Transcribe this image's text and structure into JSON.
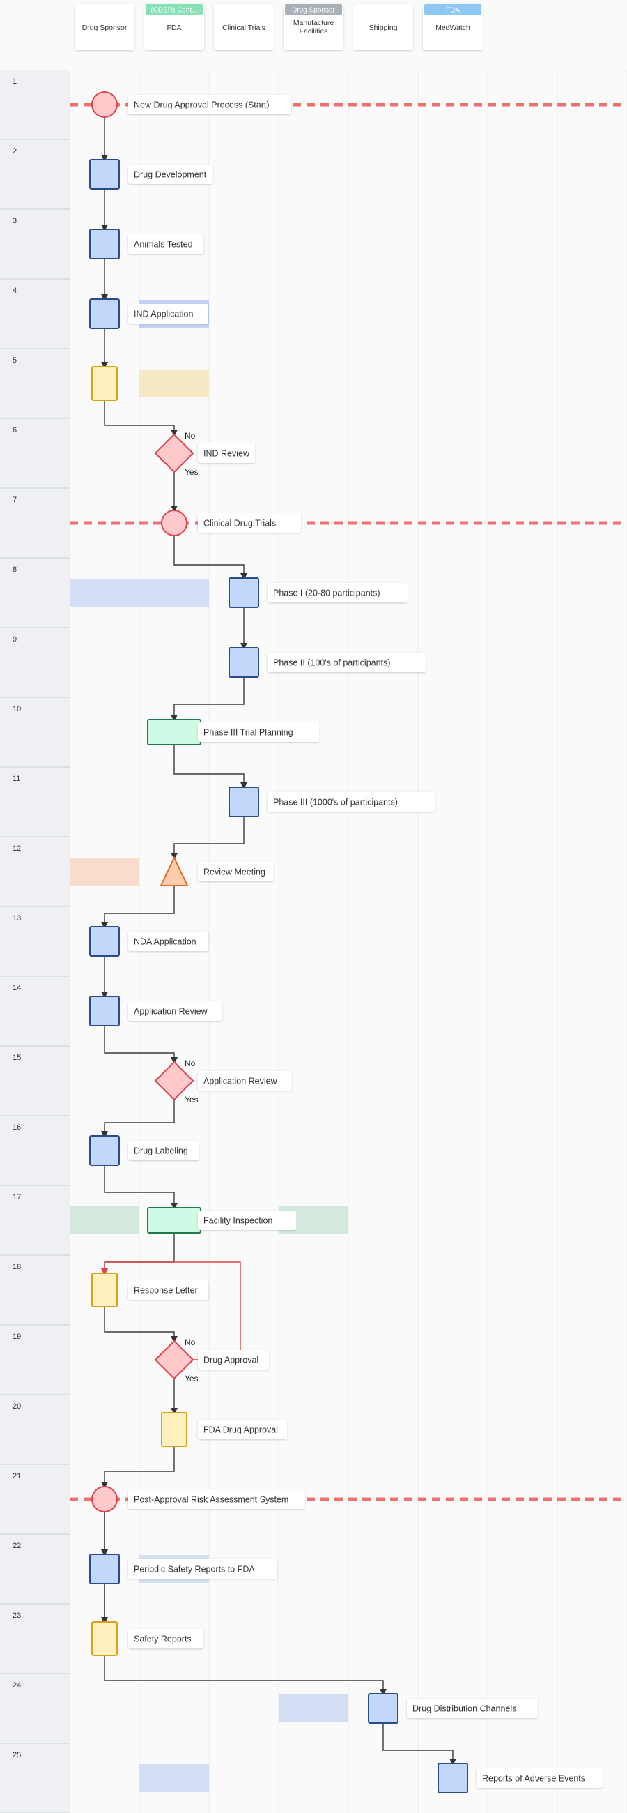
{
  "swimlanes": [
    {
      "name": "Drug Sponsor",
      "tag": "",
      "tag_color": ""
    },
    {
      "name": "FDA",
      "tag": "(CDER) Cent...",
      "tag_color": "#86e1b4"
    },
    {
      "name": "Clinical Trials",
      "tag": "",
      "tag_color": ""
    },
    {
      "name": "Manufacture Facilities",
      "tag": "Drug Sponsor",
      "tag_color": "#a9b0b8"
    },
    {
      "name": "Shipping",
      "tag": "",
      "tag_color": ""
    },
    {
      "name": "MedWatch",
      "tag": "FDA",
      "tag_color": "#8cc8f2"
    }
  ],
  "rows": [
    "1",
    "2",
    "3",
    "4",
    "5",
    "6",
    "7",
    "8",
    "9",
    "10",
    "11",
    "12",
    "13",
    "14",
    "15",
    "16",
    "17",
    "18",
    "19",
    "20",
    "21",
    "22",
    "23",
    "24",
    "25"
  ],
  "colors": {
    "start": {
      "fill": "#ffc9cc",
      "stroke": "#e0434c"
    },
    "process": {
      "fill": "#c3d7fb",
      "stroke": "#2b4b8c"
    },
    "document": {
      "fill": "#fff1bf",
      "stroke": "#d9a21a"
    },
    "decision": {
      "fill": "#ffc9cc",
      "stroke": "#e0434c"
    },
    "planning": {
      "fill": "#cffbe6",
      "stroke": "#1f7a4c"
    },
    "review": {
      "fill": "#ffccad",
      "stroke": "#e06a25"
    },
    "phase_line": "#f07070",
    "return_arrow": "#e0434c"
  },
  "nodes": [
    {
      "id": "n1",
      "shape": "start",
      "lane": 0,
      "row": 0,
      "label": "New Drug Approval Process (Start)"
    },
    {
      "id": "n2",
      "shape": "process",
      "lane": 0,
      "row": 1,
      "label": "Drug Development"
    },
    {
      "id": "n3",
      "shape": "process",
      "lane": 0,
      "row": 2,
      "label": "Animals Tested"
    },
    {
      "id": "n4",
      "shape": "process",
      "lane": 0,
      "row": 3,
      "label": "IND Application"
    },
    {
      "id": "n5",
      "shape": "document",
      "lane": 0,
      "row": 4,
      "label": ""
    },
    {
      "id": "n6",
      "shape": "decision",
      "lane": 1,
      "row": 5,
      "label": "IND Review",
      "yes": "Yes",
      "no": "No"
    },
    {
      "id": "n7",
      "shape": "start",
      "lane": 1,
      "row": 6,
      "label": "Clinical Drug Trials"
    },
    {
      "id": "n8",
      "shape": "process",
      "lane": 2,
      "row": 7,
      "label": "Phase I (20-80 participants)"
    },
    {
      "id": "n9",
      "shape": "process",
      "lane": 2,
      "row": 8,
      "label": "Phase II (100's of participants)"
    },
    {
      "id": "n10",
      "shape": "planning",
      "lane": 1,
      "row": 9,
      "label": "Phase III Trial Planning"
    },
    {
      "id": "n11",
      "shape": "process",
      "lane": 2,
      "row": 10,
      "label": "Phase III (1000's of participants)"
    },
    {
      "id": "n12",
      "shape": "review",
      "lane": 1,
      "row": 11,
      "label": "Review Meeting"
    },
    {
      "id": "n13",
      "shape": "process",
      "lane": 0,
      "row": 12,
      "label": "NDA Application"
    },
    {
      "id": "n14",
      "shape": "process",
      "lane": 0,
      "row": 13,
      "label": "Application Review"
    },
    {
      "id": "n15",
      "shape": "decision",
      "lane": 1,
      "row": 14,
      "label": "Application Review",
      "yes": "Yes",
      "no": "No"
    },
    {
      "id": "n16",
      "shape": "process",
      "lane": 0,
      "row": 15,
      "label": "Drug Labeling"
    },
    {
      "id": "n17",
      "shape": "planning",
      "lane": 1,
      "row": 16,
      "label": "Facility Inspection"
    },
    {
      "id": "n18",
      "shape": "document",
      "lane": 0,
      "row": 17,
      "label": "Response Letter"
    },
    {
      "id": "n19",
      "shape": "decision",
      "lane": 1,
      "row": 18,
      "label": "Drug Approval",
      "yes": "Yes",
      "no": "No"
    },
    {
      "id": "n20",
      "shape": "document",
      "lane": 1,
      "row": 19,
      "label": "FDA Drug Approval"
    },
    {
      "id": "n21",
      "shape": "start",
      "lane": 0,
      "row": 20,
      "label": "Post-Approval Risk Assessment System"
    },
    {
      "id": "n22",
      "shape": "process",
      "lane": 0,
      "row": 21,
      "label": "Periodic Safety Reports to FDA"
    },
    {
      "id": "n23",
      "shape": "document",
      "lane": 0,
      "row": 22,
      "label": "Safety Reports"
    },
    {
      "id": "n24",
      "shape": "process",
      "lane": 4,
      "row": 23,
      "label": "Drug Distribution Channels"
    },
    {
      "id": "n25",
      "shape": "process",
      "lane": 5,
      "row": 24,
      "label": "Reports of Adverse Events"
    }
  ],
  "phase_lines": [
    0,
    6,
    20
  ],
  "highlights": [
    {
      "lane": 1,
      "row": 3,
      "lanes": 1,
      "color": "#c3d2f4"
    },
    {
      "lane": 1,
      "row": 4,
      "lanes": 1,
      "color": "#f6eac6"
    },
    {
      "lane": 0,
      "row": 7,
      "lanes": 2,
      "color": "#d4def5"
    },
    {
      "lane": 0,
      "row": 11,
      "lanes": 1,
      "color": "#fadccd"
    },
    {
      "lane": 0,
      "row": 16,
      "lanes": 1,
      "color": "#d3e9de"
    },
    {
      "lane": 3,
      "row": 16,
      "lanes": 1,
      "color": "#d3e9de"
    },
    {
      "lane": 1,
      "row": 21,
      "lanes": 1,
      "color": "#d4def5"
    },
    {
      "lane": 3,
      "row": 23,
      "lanes": 1,
      "color": "#d4def5"
    },
    {
      "lane": 1,
      "row": 24,
      "lanes": 1,
      "color": "#d4def5"
    }
  ],
  "edges": [
    [
      "n1",
      "n2"
    ],
    [
      "n2",
      "n3"
    ],
    [
      "n3",
      "n4"
    ],
    [
      "n4",
      "n5"
    ],
    [
      "n5",
      "n6"
    ],
    [
      "n6",
      "n7"
    ],
    [
      "n7",
      "n8"
    ],
    [
      "n8",
      "n9"
    ],
    [
      "n9",
      "n10"
    ],
    [
      "n10",
      "n11"
    ],
    [
      "n11",
      "n12"
    ],
    [
      "n12",
      "n13"
    ],
    [
      "n13",
      "n14"
    ],
    [
      "n14",
      "n15"
    ],
    [
      "n15",
      "n16"
    ],
    [
      "n16",
      "n17"
    ],
    [
      "n17",
      "n18"
    ],
    [
      "n18",
      "n19"
    ],
    [
      "n19",
      "n20"
    ],
    [
      "n20",
      "n21"
    ],
    [
      "n21",
      "n22"
    ],
    [
      "n22",
      "n23"
    ],
    [
      "n21",
      "n24"
    ],
    [
      "n24",
      "n25"
    ]
  ],
  "return_edges": [
    [
      "n19",
      "n18"
    ]
  ]
}
